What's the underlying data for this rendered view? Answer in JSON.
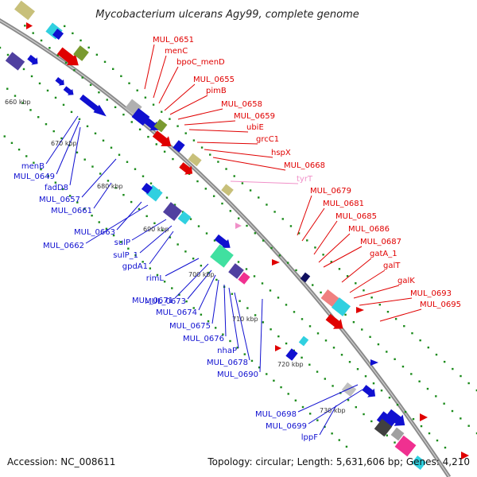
{
  "title": "Mycobacterium ulcerans Agy99, complete genome",
  "footer": {
    "accession": "Accession: NC_008611",
    "topology": "Topology: circular; Length: 5,631,606 bp; Genes: 4,210"
  },
  "kbp_labels": [
    "660 kbp",
    "670 kbp",
    "680 kbp",
    "690 kbp",
    "700 kbp",
    "710 kbp",
    "720 kbp",
    "730 kbp"
  ],
  "right_labels": [
    {
      "text": "MUL_0651",
      "color": "#e00000"
    },
    {
      "text": "menC",
      "color": "#e00000"
    },
    {
      "text": "bpoC_menD",
      "color": "#e00000"
    },
    {
      "text": "MUL_0655",
      "color": "#e00000"
    },
    {
      "text": "pimB",
      "color": "#e00000"
    },
    {
      "text": "MUL_0658",
      "color": "#e00000"
    },
    {
      "text": "MUL_0659",
      "color": "#e00000"
    },
    {
      "text": "ubiE",
      "color": "#e00000"
    },
    {
      "text": "grcC1",
      "color": "#e00000"
    },
    {
      "text": "hspX",
      "color": "#e00000"
    },
    {
      "text": "MUL_0668",
      "color": "#e00000"
    },
    {
      "text": "tyrT",
      "color": "#f090c8"
    },
    {
      "text": "MUL_0679",
      "color": "#e00000"
    },
    {
      "text": "MUL_0681",
      "color": "#e00000"
    },
    {
      "text": "MUL_0685",
      "color": "#e00000"
    },
    {
      "text": "MUL_0686",
      "color": "#e00000"
    },
    {
      "text": "MUL_0687",
      "color": "#e00000"
    },
    {
      "text": "gatA_1",
      "color": "#e00000"
    },
    {
      "text": "galT",
      "color": "#e00000"
    },
    {
      "text": "galK",
      "color": "#e00000"
    },
    {
      "text": "MUL_0693",
      "color": "#e00000"
    },
    {
      "text": "MUL_0695",
      "color": "#e00000"
    }
  ],
  "left_labels": [
    {
      "text": "menB",
      "color": "#1010d0"
    },
    {
      "text": "MUL_0649",
      "color": "#1010d0"
    },
    {
      "text": "fadD8",
      "color": "#1010d0"
    },
    {
      "text": "MUL_0657",
      "color": "#1010d0"
    },
    {
      "text": "MUL_0661",
      "color": "#1010d0"
    },
    {
      "text": "MUL_0663",
      "color": "#1010d0"
    },
    {
      "text": "MUL_0662",
      "color": "#1010d0"
    },
    {
      "text": "sulP",
      "color": "#1010d0"
    },
    {
      "text": "sulP_1",
      "color": "#1010d0"
    },
    {
      "text": "gpdA1",
      "color": "#1010d0"
    },
    {
      "text": "rimL",
      "color": "#1010d0"
    },
    {
      "text": "MUL_0671",
      "color": "#1010d0"
    },
    {
      "text": "MUL_0673",
      "color": "#1010d0"
    },
    {
      "text": "MUL_0674",
      "color": "#1010d0"
    },
    {
      "text": "MUL_0675",
      "color": "#1010d0"
    },
    {
      "text": "MUL_0676",
      "color": "#1010d0"
    },
    {
      "text": "nhaP",
      "color": "#1010d0"
    },
    {
      "text": "MUL_0678",
      "color": "#1010d0"
    },
    {
      "text": "MUL_0690",
      "color": "#1010d0"
    },
    {
      "text": "MUL_0698",
      "color": "#1010d0"
    },
    {
      "text": "MUL_0699",
      "color": "#1010d0"
    },
    {
      "text": "lppF",
      "color": "#1010d0"
    }
  ],
  "colors": {
    "backbone": "#909090",
    "forward_cds": "#e00000",
    "reverse_cds": "#1010d0",
    "gc_dots": "#1a8a1a",
    "rna": "#f090c8"
  }
}
